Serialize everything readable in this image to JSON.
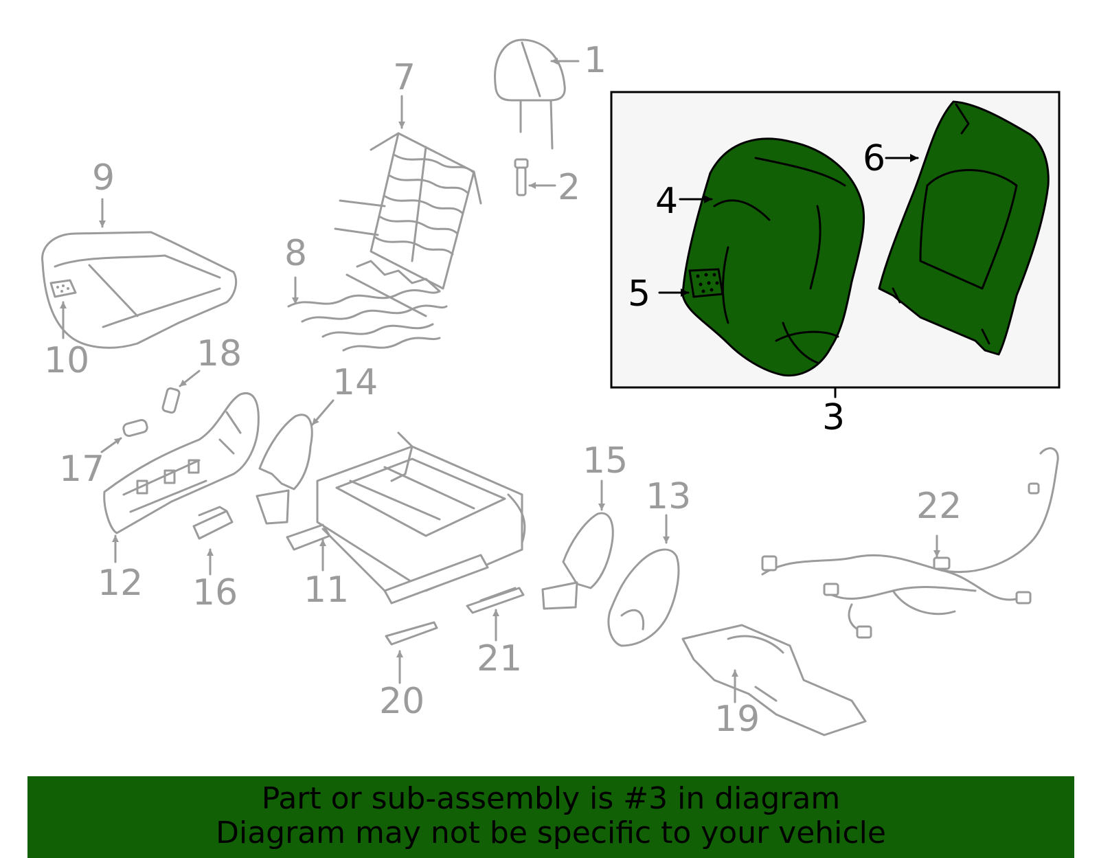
{
  "colors": {
    "highlight": "#126005",
    "part_outline": "#9b9b9b",
    "callout_text": "#9b9b9b",
    "highlight_outline": "#000000",
    "inset_background": "#f6f6f6"
  },
  "callouts": {
    "c1": "1",
    "c2": "2",
    "c3": "3",
    "c4": "4",
    "c5": "5",
    "c6": "6",
    "c7": "7",
    "c8": "8",
    "c9": "9",
    "c10": "10",
    "c11": "11",
    "c12": "12",
    "c13": "13",
    "c14": "14",
    "c15": "15",
    "c16": "16",
    "c17": "17",
    "c18": "18",
    "c19": "19",
    "c20": "20",
    "c21": "21",
    "c22": "22"
  },
  "banner": {
    "line1": "Part or sub-assembly is #3 in diagram",
    "line2": "Diagram may not be specific to your vehicle"
  }
}
